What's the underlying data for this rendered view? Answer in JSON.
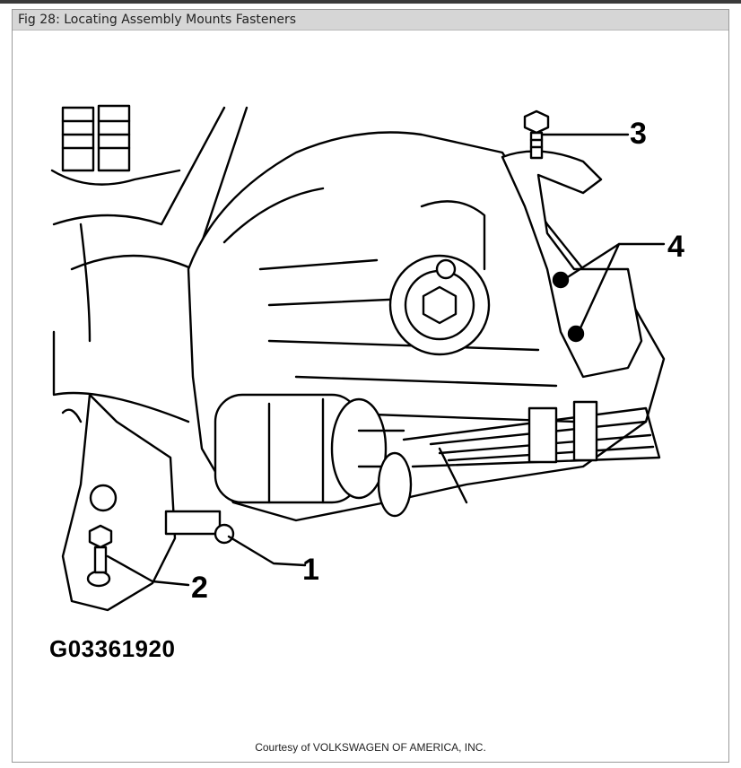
{
  "window": {
    "title": "Fig 28: Locating Assembly Mounts Fasteners"
  },
  "diagram": {
    "callouts": [
      "1",
      "2",
      "3",
      "4"
    ],
    "figure_id": "G03361920",
    "courtesy": "Courtesy of VOLKSWAGEN OF AMERICA, INC."
  }
}
